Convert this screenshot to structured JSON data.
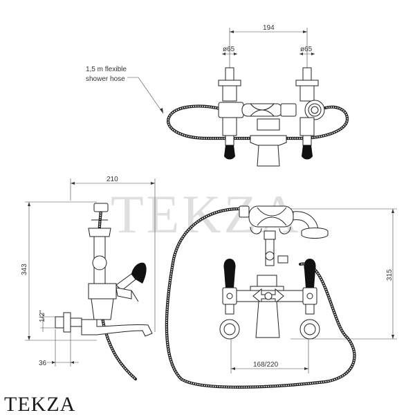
{
  "dimensions": {
    "top_width": "194",
    "dia_left": "ø65",
    "dia_right": "ø65",
    "side_width": "210",
    "side_height": "343",
    "pipe_thread": "1/2\"",
    "wall_offset": "36",
    "front_height": "315",
    "front_spacing": "168/220"
  },
  "notes": {
    "hose_line1": "1,5 m flexible",
    "hose_line2": "shower hose"
  },
  "branding": {
    "watermark": "TEKZA",
    "logo": "TEKZA"
  },
  "colors": {
    "line": "#222222",
    "watermark": "#c4c4c4"
  }
}
